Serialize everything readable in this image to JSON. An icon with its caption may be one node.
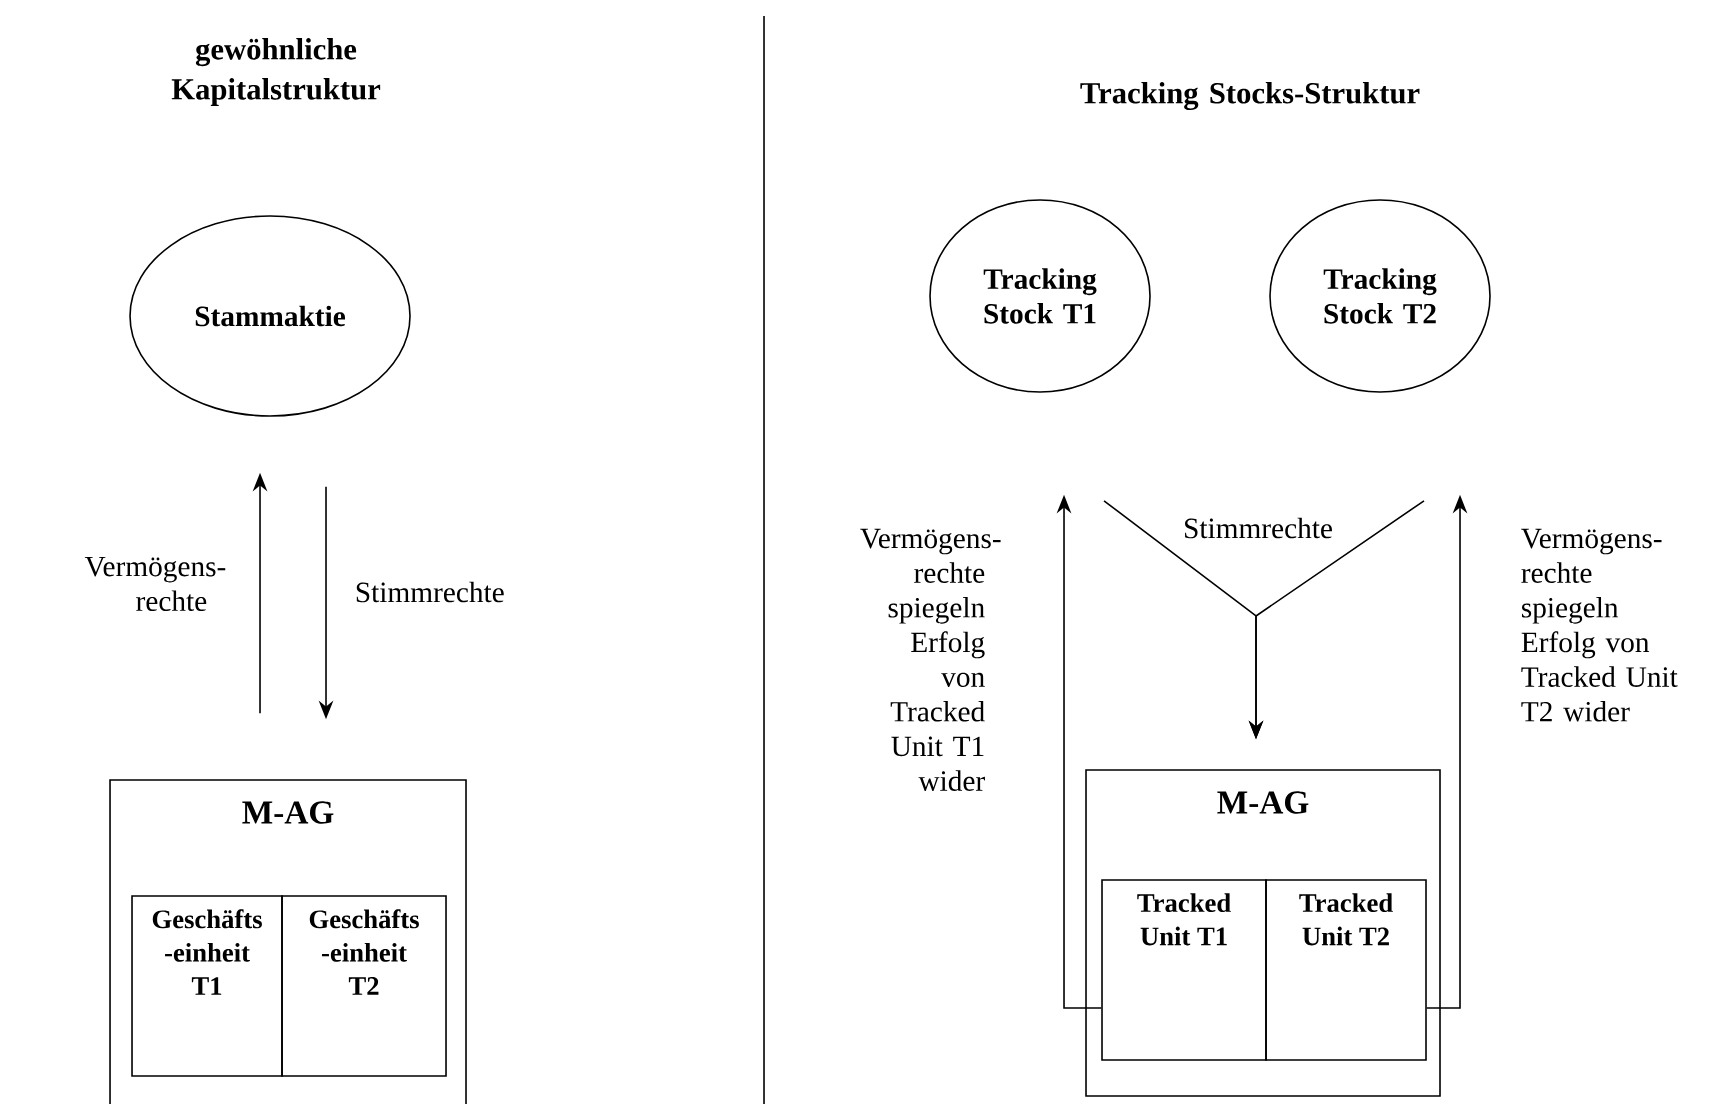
{
  "diagram": {
    "nodes": [
      {
        "text": [
          "Stammaktie"
        ]
      },
      {
        "text": [
          "M-AG"
        ]
      },
      {
        "text": [
          "Geschäfts -einheit T1"
        ],
        "in": 1
      },
      {
        "text": [
          "Geschäfts -einheit T2"
        ],
        "in": 1
      },
      {
        "text": [
          "Tracking Stock T1"
        ]
      },
      {
        "text": [
          "Tracking Stock T2"
        ]
      },
      {
        "text": [
          "M-AG"
        ]
      },
      {
        "text": [
          "Tracked Unit T1"
        ],
        "in": 6
      },
      {
        "text": [
          "Tracked Unit T2"
        ],
        "in": 6
      }
    ],
    "edges": [
      {
        "from": 1,
        "to": 0,
        "arrow": "to",
        "label": "Vermögens- rechte"
      },
      {
        "from": 0,
        "to": 1,
        "arrow": "to",
        "label": "Stimmrechte"
      },
      {
        "from": 4,
        "to": 6,
        "arrow": "to",
        "label": "Stimmrechte"
      },
      {
        "from": 5,
        "to": 6,
        "arrow": "to"
      },
      {
        "from": 7,
        "to": 4,
        "arrow": "to",
        "label": "Vermögens- rechte spiegeln Erfolg von Tracked Unit T1 wider"
      },
      {
        "from": 8,
        "to": 5,
        "arrow": "to",
        "label": "Vermögens- rechte spiegeln Erfolg von Tracked Unit T2 wider"
      }
    ],
    "labels": [
      "gewöhnliche Kapitalstruktur",
      "Tracking Stocks-Struktur"
    ]
  }
}
